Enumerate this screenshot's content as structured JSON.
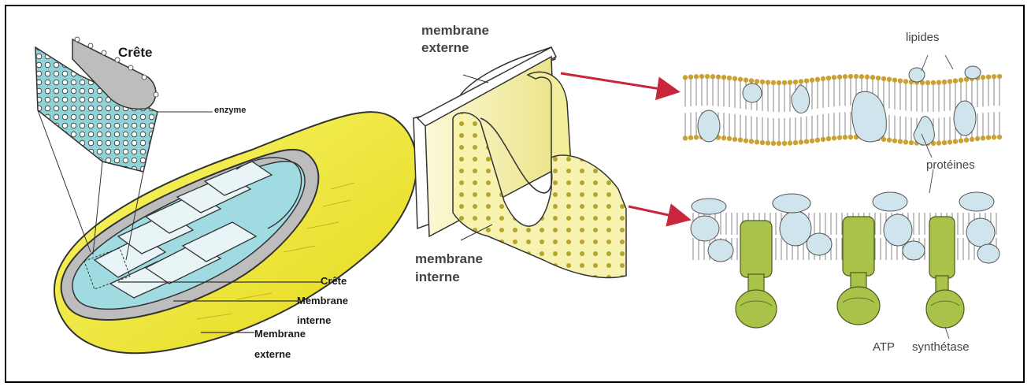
{
  "left_figure": {
    "labels": {
      "crete_top": "Crête",
      "enzyme": "enzyme",
      "crete": "Crête",
      "membrane_interne_1": "Membrane",
      "membrane_interne_2": "interne",
      "membrane_externe_1": "Membrane",
      "membrane_externe_2": "externe"
    }
  },
  "right_figure": {
    "labels": {
      "membrane_externe_1": "membrane",
      "membrane_externe_2": "externe",
      "membrane_interne_1": "membrane",
      "membrane_interne_2": "interne",
      "lipides": "lipides",
      "proteines": "protéines",
      "atp": "ATP",
      "synthetase": "synthétase"
    }
  },
  "colors": {
    "outer_membrane_yellow": "#f2ea3a",
    "matrix_cyan": "#8fd3d6",
    "fold_pale_yellow": "#f6f2b8",
    "lipid_head_gold": "#c9a233",
    "protein_blue": "#cfe4ec",
    "atp_synthase_green": "#a9c24a",
    "arrow_red": "#c8263a"
  }
}
